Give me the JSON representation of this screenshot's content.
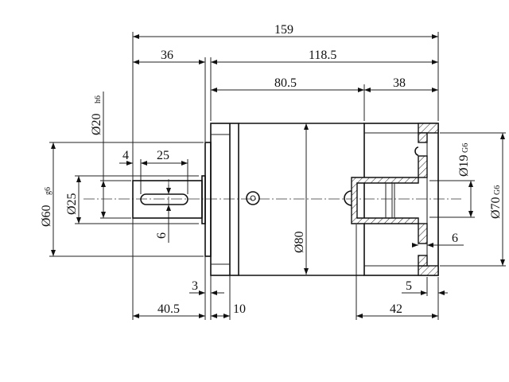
{
  "dimensions": {
    "overall_length": "159",
    "input_section": "36",
    "body_length": "118.5",
    "body_main": "80.5",
    "output_section": "38",
    "input_shaft_dia": "Ø20",
    "input_shaft_tol": "h6",
    "pilot_dia": "Ø60",
    "pilot_tol": "g6",
    "collar_dia": "Ø25",
    "key_offset": "4",
    "key_length": "25",
    "key_width": "6",
    "flange_step": "3",
    "shaft_extension": "40.5",
    "flange_thickness": "10",
    "body_dia": "Ø80",
    "bore_dia": "Ø19",
    "bore_tol": "G6",
    "output_pilot_dia": "Ø70",
    "output_pilot_tol": "G6",
    "output_wall": "6",
    "output_face": "5",
    "output_depth": "42"
  }
}
